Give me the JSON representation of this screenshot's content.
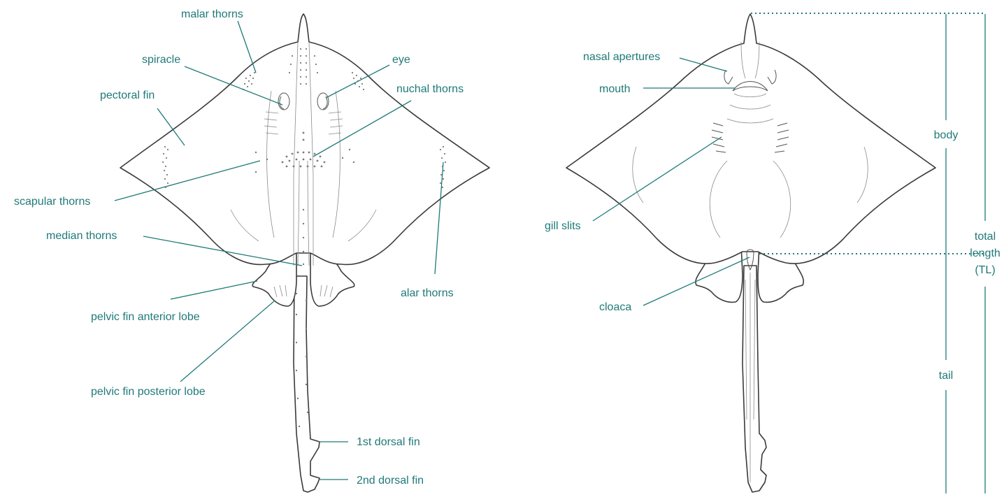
{
  "colors": {
    "label": "#1f7a78",
    "outline": "#3a3a3a"
  },
  "dorsal_view": {
    "labels": {
      "malar_thorns": "malar thorns",
      "spiracle": "spiracle",
      "eye": "eye",
      "pectoral_fin": "pectoral fin",
      "nuchal_thorns": "nuchal thorns",
      "scapular_thorns": "scapular thorns",
      "median_thorns": "median thorns",
      "alar_thorns": "alar thorns",
      "pelvic_fin_anterior_lobe": "pelvic fin anterior lobe",
      "pelvic_fin_posterior_lobe": "pelvic fin posterior lobe",
      "first_dorsal_fin": "1st dorsal fin",
      "second_dorsal_fin": "2nd dorsal fin"
    }
  },
  "ventral_view": {
    "labels": {
      "nasal_apertures": "nasal apertures",
      "mouth": "mouth",
      "gill_slits": "gill slits",
      "cloaca": "cloaca"
    }
  },
  "measurements": {
    "body": "body",
    "tail": "tail",
    "total_length_line1": "total",
    "total_length_line2": "length",
    "total_length_line3": "(TL)"
  }
}
